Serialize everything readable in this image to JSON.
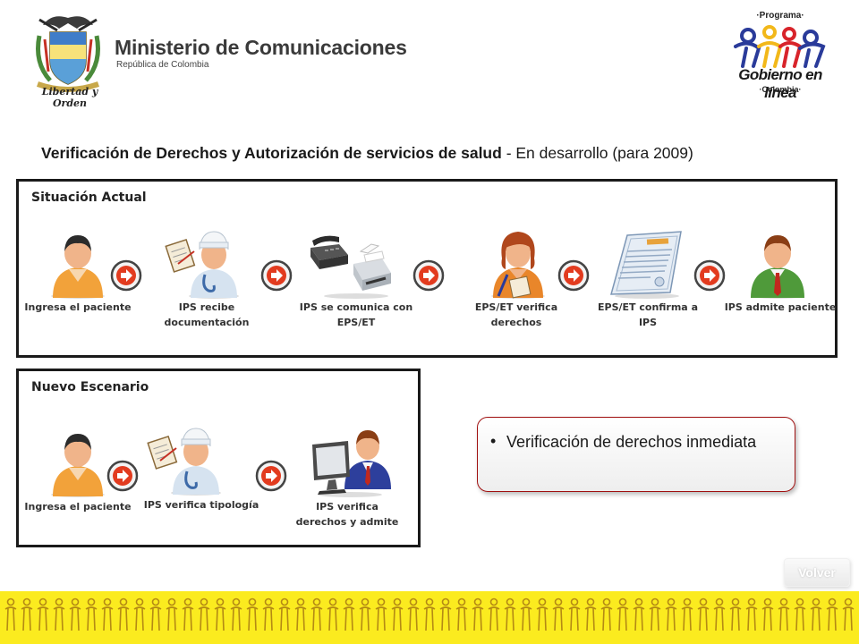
{
  "header": {
    "crest_motto": "Libertad y Orden",
    "ministry_name": "Ministerio de Comunicaciones",
    "ministry_subtitle": "República de Colombia",
    "program_prefix": "·Programa·",
    "program_name": "Gobierno en línea",
    "program_country": "·Colombia·"
  },
  "title": {
    "bold": "Verificación de Derechos y Autorización de servicios de salud",
    "rest": " - En desarrollo (para 2009)"
  },
  "current": {
    "heading": "Situación Actual",
    "steps": [
      {
        "label": "Ingresa el paciente",
        "icon": "patient-icon"
      },
      {
        "label": "IPS recibe documentación",
        "icon": "nurse-clipboard-icon"
      },
      {
        "label": "IPS se comunica con EPS/ET",
        "icon": "phone-fax-icon"
      },
      {
        "label": "EPS/ET verifica derechos",
        "icon": "woman-clerk-icon"
      },
      {
        "label": "EPS/ET confirma a IPS",
        "icon": "certificate-icon"
      },
      {
        "label": "IPS admite paciente",
        "icon": "man-green-icon"
      }
    ]
  },
  "new_scenario": {
    "heading": "Nuevo Escenario",
    "steps": [
      {
        "label": "Ingresa el paciente",
        "icon": "patient-icon"
      },
      {
        "label": "IPS verifica tipología",
        "icon": "nurse-clipboard-icon"
      },
      {
        "label": "IPS verifica derechos y admite",
        "icon": "man-computer-icon"
      }
    ]
  },
  "callout": {
    "bullet": "•",
    "text": "Verificación de derechos inmediata"
  },
  "nav": {
    "back_label": "Volver"
  },
  "colors": {
    "arrow_red": "#e23b1f",
    "footer_yellow": "#fbeb1f",
    "callout_border": "#a01010"
  }
}
